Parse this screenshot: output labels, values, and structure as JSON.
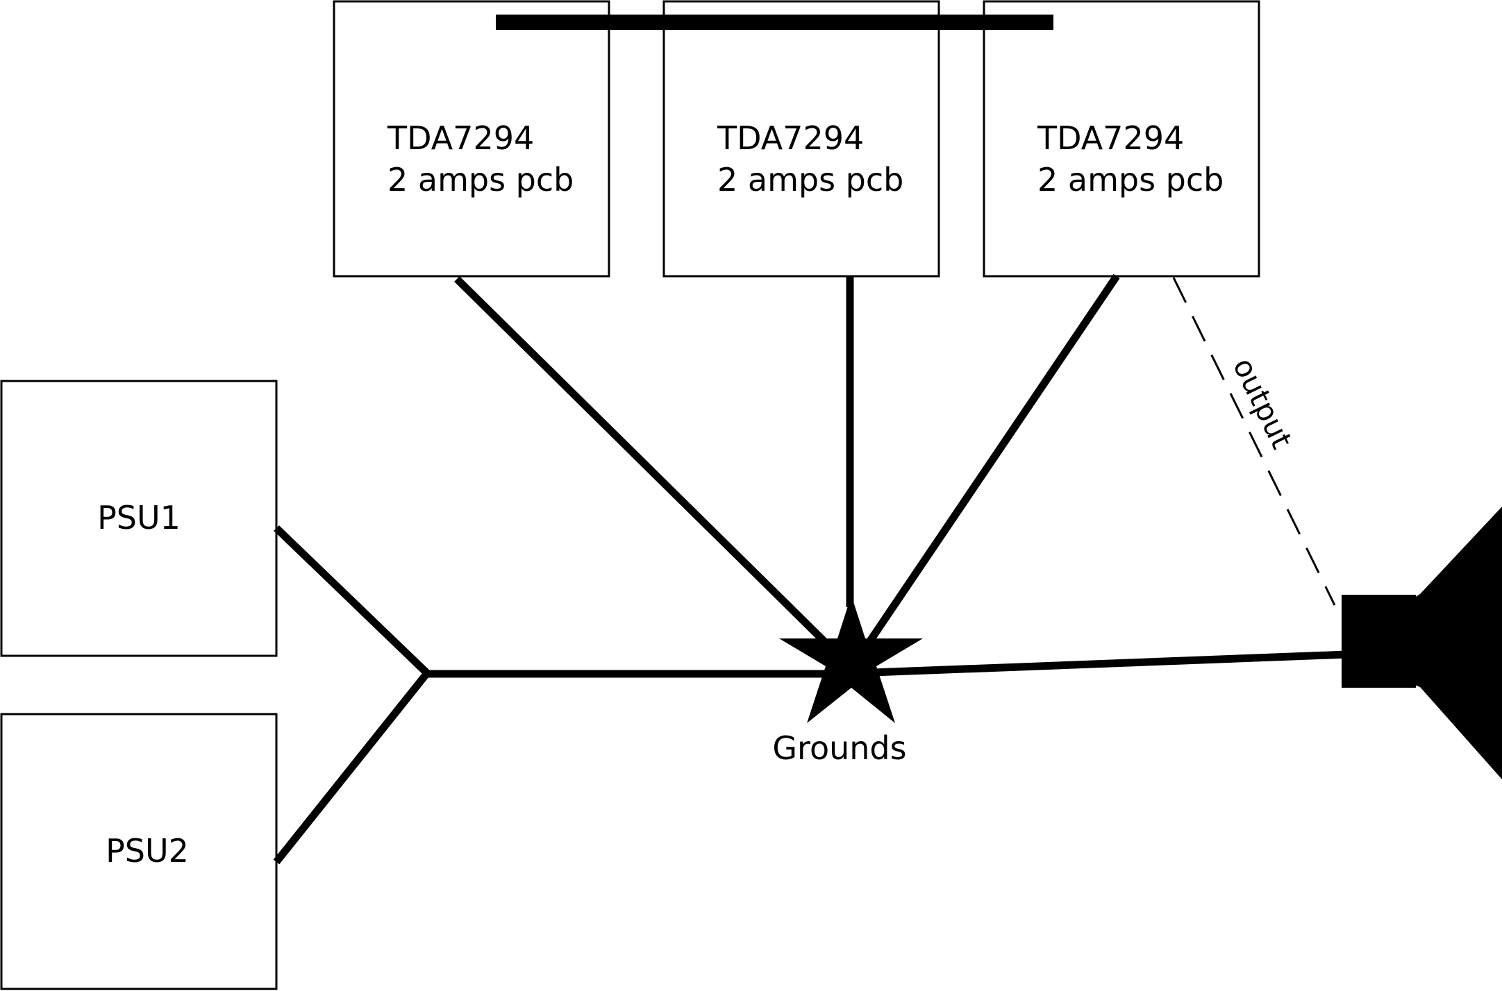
{
  "amps": [
    {
      "line1": "TDA7294",
      "line2": "2 amps pcb"
    },
    {
      "line1": "TDA7294",
      "line2": "2 amps pcb"
    },
    {
      "line1": "TDA7294",
      "line2": "2 amps pcb"
    }
  ],
  "psus": [
    {
      "label": "PSU1"
    },
    {
      "label": "PSU2"
    }
  ],
  "star_label": "Grounds",
  "output_label": "output",
  "icons": {
    "star": "star-icon",
    "speaker": "speaker-icon"
  }
}
